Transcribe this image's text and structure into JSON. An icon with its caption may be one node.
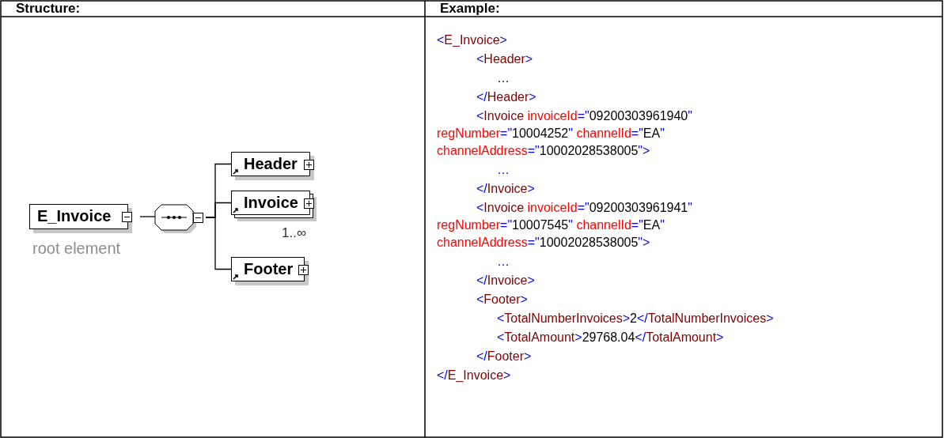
{
  "diagram": {
    "nodes": [
      {
        "text": [
          "E_Invoice"
        ],
        "beside": [
          "root element"
        ]
      },
      {
        "text": [],
        "shape": "octagon"
      },
      {
        "text": [
          "Header"
        ]
      },
      {
        "text": [
          "Invoice"
        ],
        "beside": [
          "1..∞"
        ]
      },
      {
        "text": [
          "Footer"
        ]
      }
    ],
    "edges": [
      {
        "from": 0,
        "to": 1,
        "arrow": "none"
      },
      {
        "from": 1,
        "to": 2,
        "arrow": "none"
      },
      {
        "from": 1,
        "to": 3,
        "arrow": "none"
      },
      {
        "from": 1,
        "to": 4,
        "arrow": "none"
      }
    ],
    "labels": [
      "Structure:",
      "Example:",
      "<E_Invoice>",
      "<Header>",
      "…",
      "</Header>",
      "<Invoice invoiceId=\"09200303961940\" regNumber=\"10004252\" channelId=\"EA\" channelAddress=\"10002028538005\">",
      "…",
      "</Invoice>",
      "<Invoice invoiceId=\"09200303961941\" regNumber=\"10007545\" channelId=\"EA\" channelAddress=\"10002028538005\">",
      "…",
      "</Invoice>",
      "<Footer>",
      "<TotalNumberInvoices>2</TotalNumberInvoices>",
      "<TotalAmount>29768.04</TotalAmount>",
      "</Footer>",
      "</E_Invoice>"
    ]
  }
}
